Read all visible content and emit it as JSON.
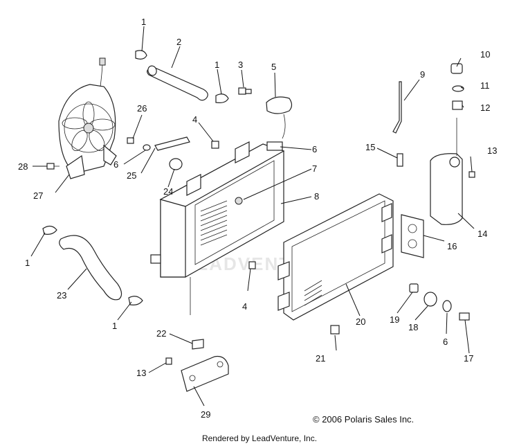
{
  "callouts": {
    "c1a": "1",
    "c1b": "1",
    "c1c": "1",
    "c1d": "1",
    "c2": "2",
    "c3": "3",
    "c4a": "4",
    "c4b": "4",
    "c5": "5",
    "c6a": "6",
    "c6b": "6",
    "c6c": "6",
    "c7": "7",
    "c8": "8",
    "c9": "9",
    "c10": "10",
    "c11": "11",
    "c12": "12",
    "c13a": "13",
    "c13b": "13",
    "c14": "14",
    "c15": "15",
    "c16": "16",
    "c17": "17",
    "c18": "18",
    "c19": "19",
    "c20": "20",
    "c21": "21",
    "c22": "22",
    "c23": "23",
    "c24": "24",
    "c25": "25",
    "c26": "26",
    "c27": "27",
    "c28": "28",
    "c29": "29"
  },
  "watermark": "LEADVENTURE",
  "footer": {
    "copyright": "© 2006 Polaris Sales Inc.",
    "rendered_by": "Rendered by LeadVenture, Inc."
  }
}
